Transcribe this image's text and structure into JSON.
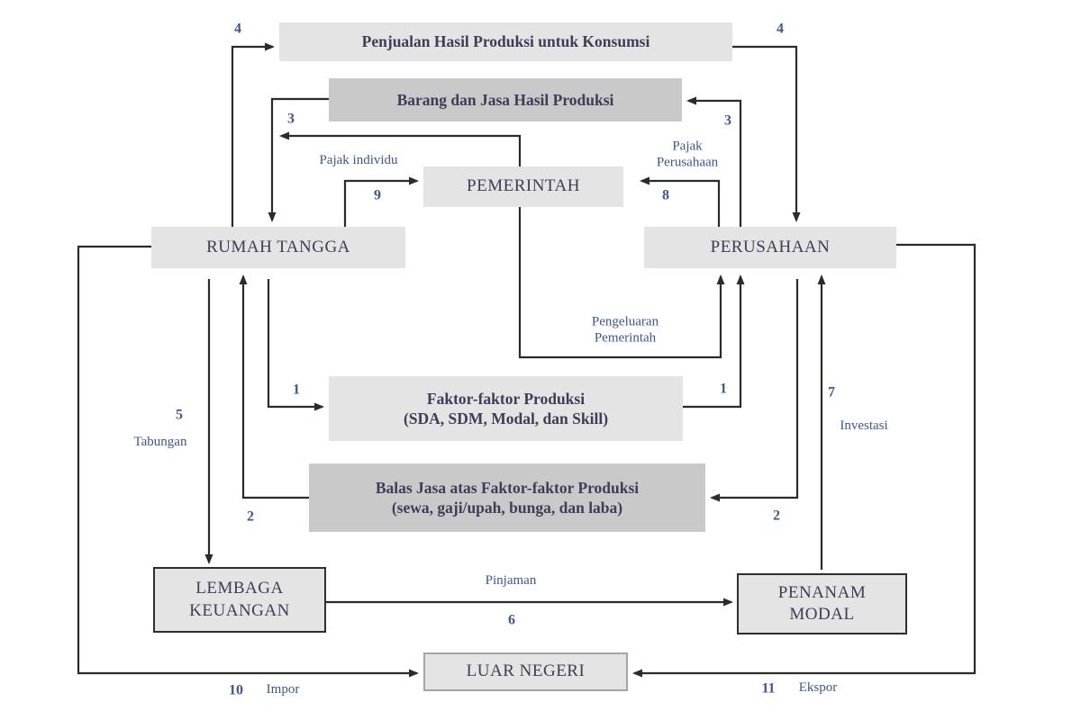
{
  "diagram": {
    "type": "flow-diagram",
    "subject": "Circular flow of economic activity (Indonesian economics diagram)",
    "nodes": {
      "penjualan": {
        "label": "Penjualan Hasil Produksi untuk Konsumsi"
      },
      "barang_jasa": {
        "label": "Barang dan Jasa Hasil Produksi"
      },
      "pemerintah": {
        "label": "PEMERINTAH"
      },
      "rumah_tangga": {
        "label": "RUMAH TANGGA"
      },
      "perusahaan": {
        "label": "PERUSAHAAN"
      },
      "faktor": {
        "line1": "Faktor-faktor Produksi",
        "line2": "(SDA, SDM, Modal, dan Skill)"
      },
      "balas_jasa": {
        "line1": "Balas Jasa atas Faktor-faktor Produksi",
        "line2": "(sewa, gaji/upah, bunga, dan laba)"
      },
      "lembaga_keuangan": {
        "line1": "LEMBAGA",
        "line2": "KEUANGAN"
      },
      "penanam_modal": {
        "line1": "PENANAM",
        "line2": "MODAL"
      },
      "luar_negeri": {
        "label": "LUAR NEGERI"
      }
    },
    "flow_labels": {
      "no4_left": "4",
      "no4_right": "4",
      "no3_left": "3",
      "no3_right": "3",
      "pajak_individu": "Pajak individu",
      "no9": "9",
      "pajak_perusahaan_l1": "Pajak",
      "pajak_perusahaan_l2": "Perusahaan",
      "no8": "8",
      "pengeluaran_l1": "Pengeluaran",
      "pengeluaran_l2": "Pemerintah",
      "no1_left": "1",
      "no1_right": "1",
      "no2_left": "2",
      "no2_right": "2",
      "no5": "5",
      "tabungan": "Tabungan",
      "no7": "7",
      "investasi": "Investasi",
      "pinjaman": "Pinjaman",
      "no6": "6",
      "no10": "10",
      "impor": "Impor",
      "no11": "11",
      "ekspor": "Ekspor"
    },
    "colors": {
      "box_light": "#e4e4e4",
      "box_medium": "#c9c9c9",
      "box_border_dark": "#2e2e2e",
      "box_border_light": "#a5a5a5",
      "line": "#2b2b2b",
      "text_dark": "#403c58",
      "text_blue": "#3e5690"
    }
  }
}
